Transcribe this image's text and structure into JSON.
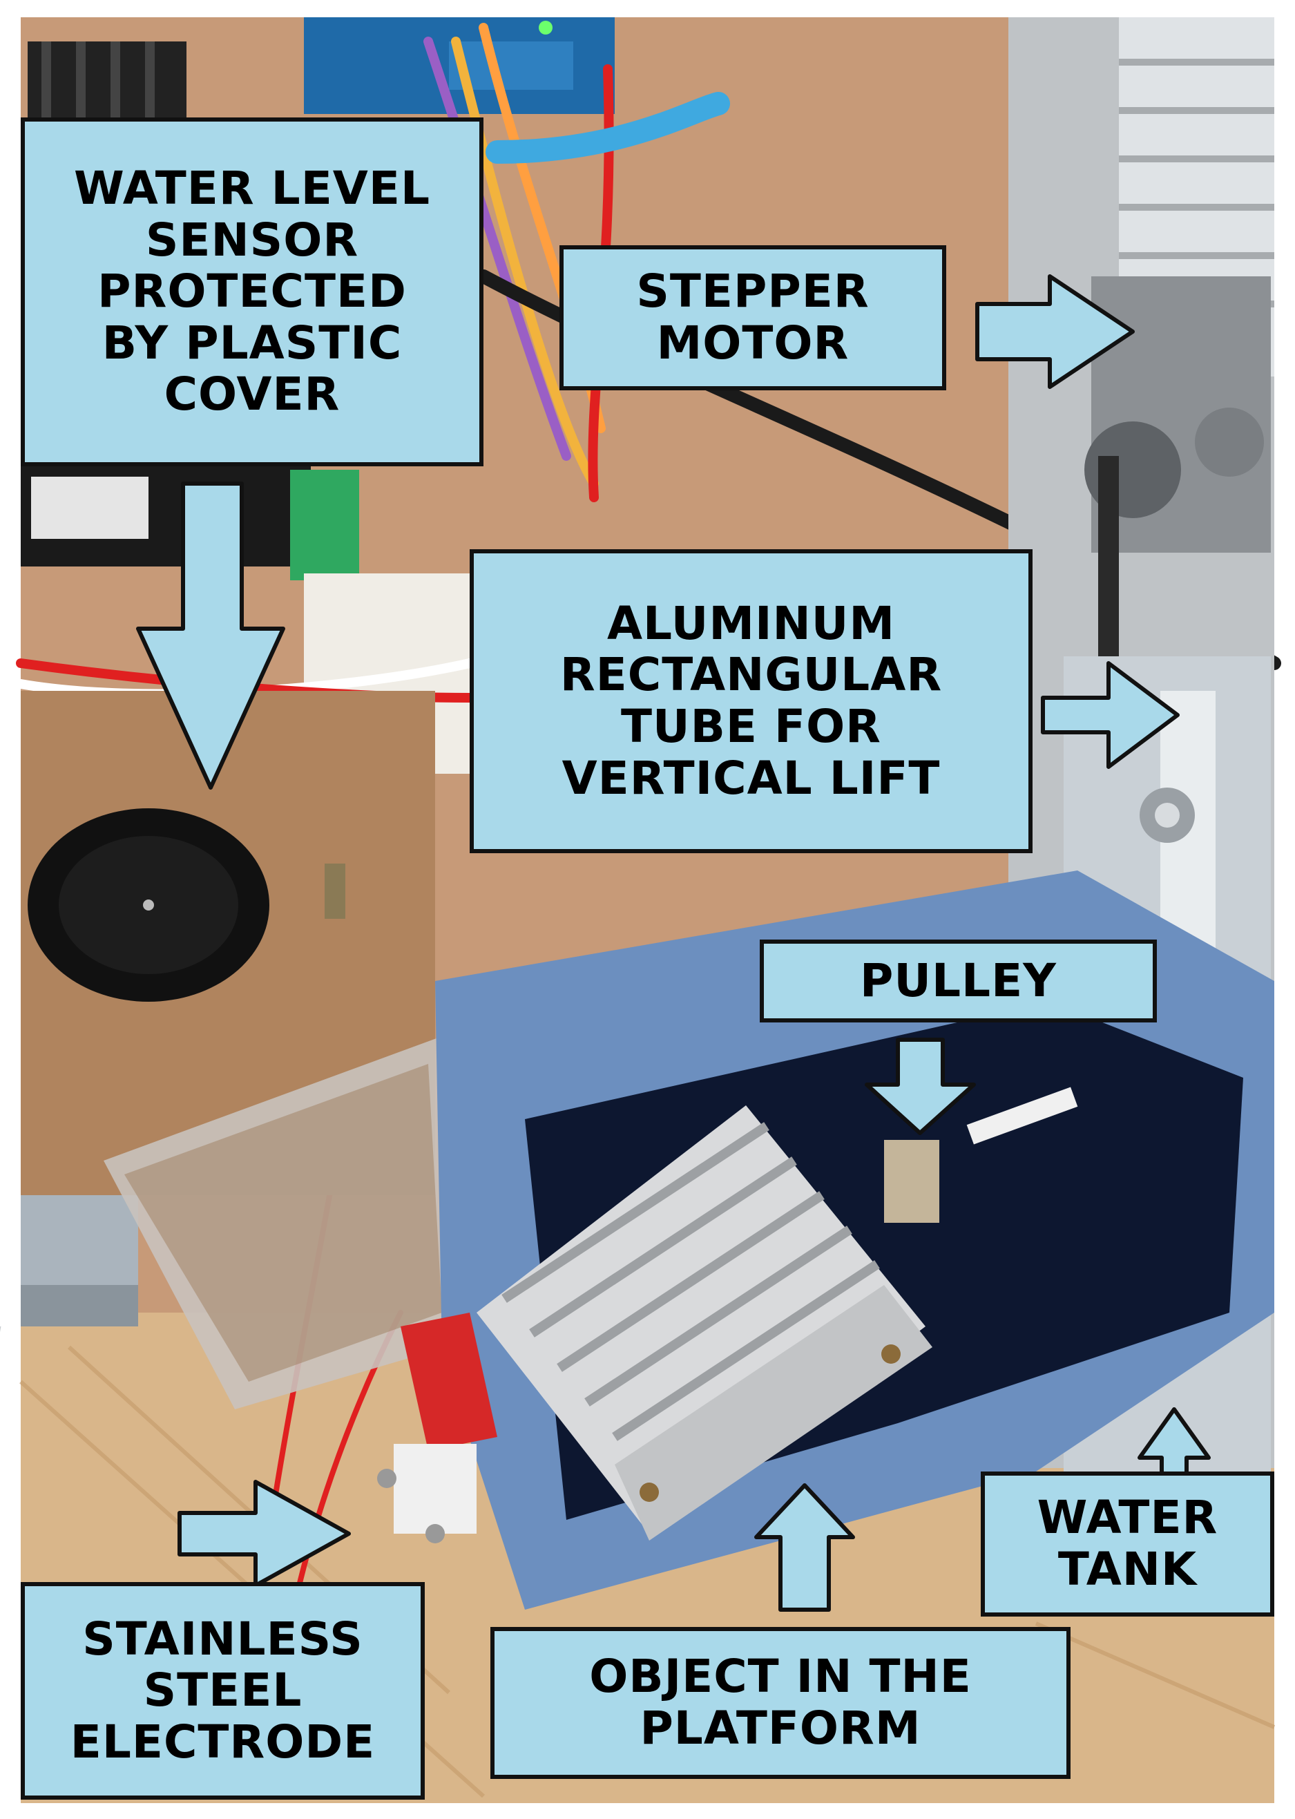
{
  "labels": {
    "water_level_sensor": "WATER LEVEL\nSENSOR\nPROTECTED\nBY PLASTIC\nCOVER",
    "stepper_motor": "STEPPER\nMOTOR",
    "aluminum_tube": "ALUMINUM\nRECTANGULAR\nTUBE FOR\nVERTICAL LIFT",
    "pulley": "PULLEY",
    "water_tank": "WATER\nTANK",
    "object_platform": "OBJECT IN THE\nPLATFORM",
    "electrode": "STAINLESS\nSTEEL\nELECTRODE"
  },
  "colors": {
    "label_fill": "#a9d9ea",
    "label_border": "#111111",
    "arrow_fill": "#a9d9ea"
  }
}
